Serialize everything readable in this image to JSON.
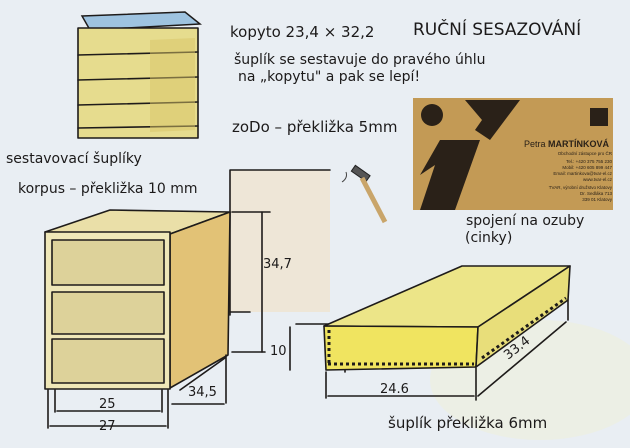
{
  "title": "RUČNÍ SESAZOVÁNÍ",
  "notes": {
    "kopyto": "kopyto 23,4 × 32,2",
    "line1": "šuplík se sestavuje do pravého úhlu",
    "line2": "na „kopytu\" a pak se lepí!",
    "dno": "zoDo – překližka 5mm",
    "joint1": "spojení na ozuby",
    "joint2": "(cinky)",
    "drawers": "sestavovací šuplíky",
    "korpus": "korpus – překližka 10 mm",
    "tray": "šuplík překližka 6mm"
  },
  "dimensions": {
    "height": "34,7",
    "foot": "10",
    "depth": "34,5",
    "inner_width": "25",
    "outer_width": "27",
    "tray_width": "24.6",
    "tray_depth": "33.4"
  },
  "business_card": {
    "name_first": "Petra",
    "name_last": "MARTÍNKOVÁ",
    "role": "Obchodní zástupce pro ČR",
    "tel": "Tel.: +420 375 755 230",
    "mobil": "Mobil: +420 605 899 447",
    "email": "Email: martinkova@tvar-el.cz",
    "web": "www.tvar-el.cz",
    "company": "TVAR, výrobní družstvo Klatovy",
    "street": "Dr. Sedláka 713",
    "city": "339 01 Klatovy"
  },
  "colors": {
    "paper": "#e9eef3",
    "wood": "#e9d98a",
    "card": "#c39a55",
    "ink": "#1e1b1a"
  }
}
